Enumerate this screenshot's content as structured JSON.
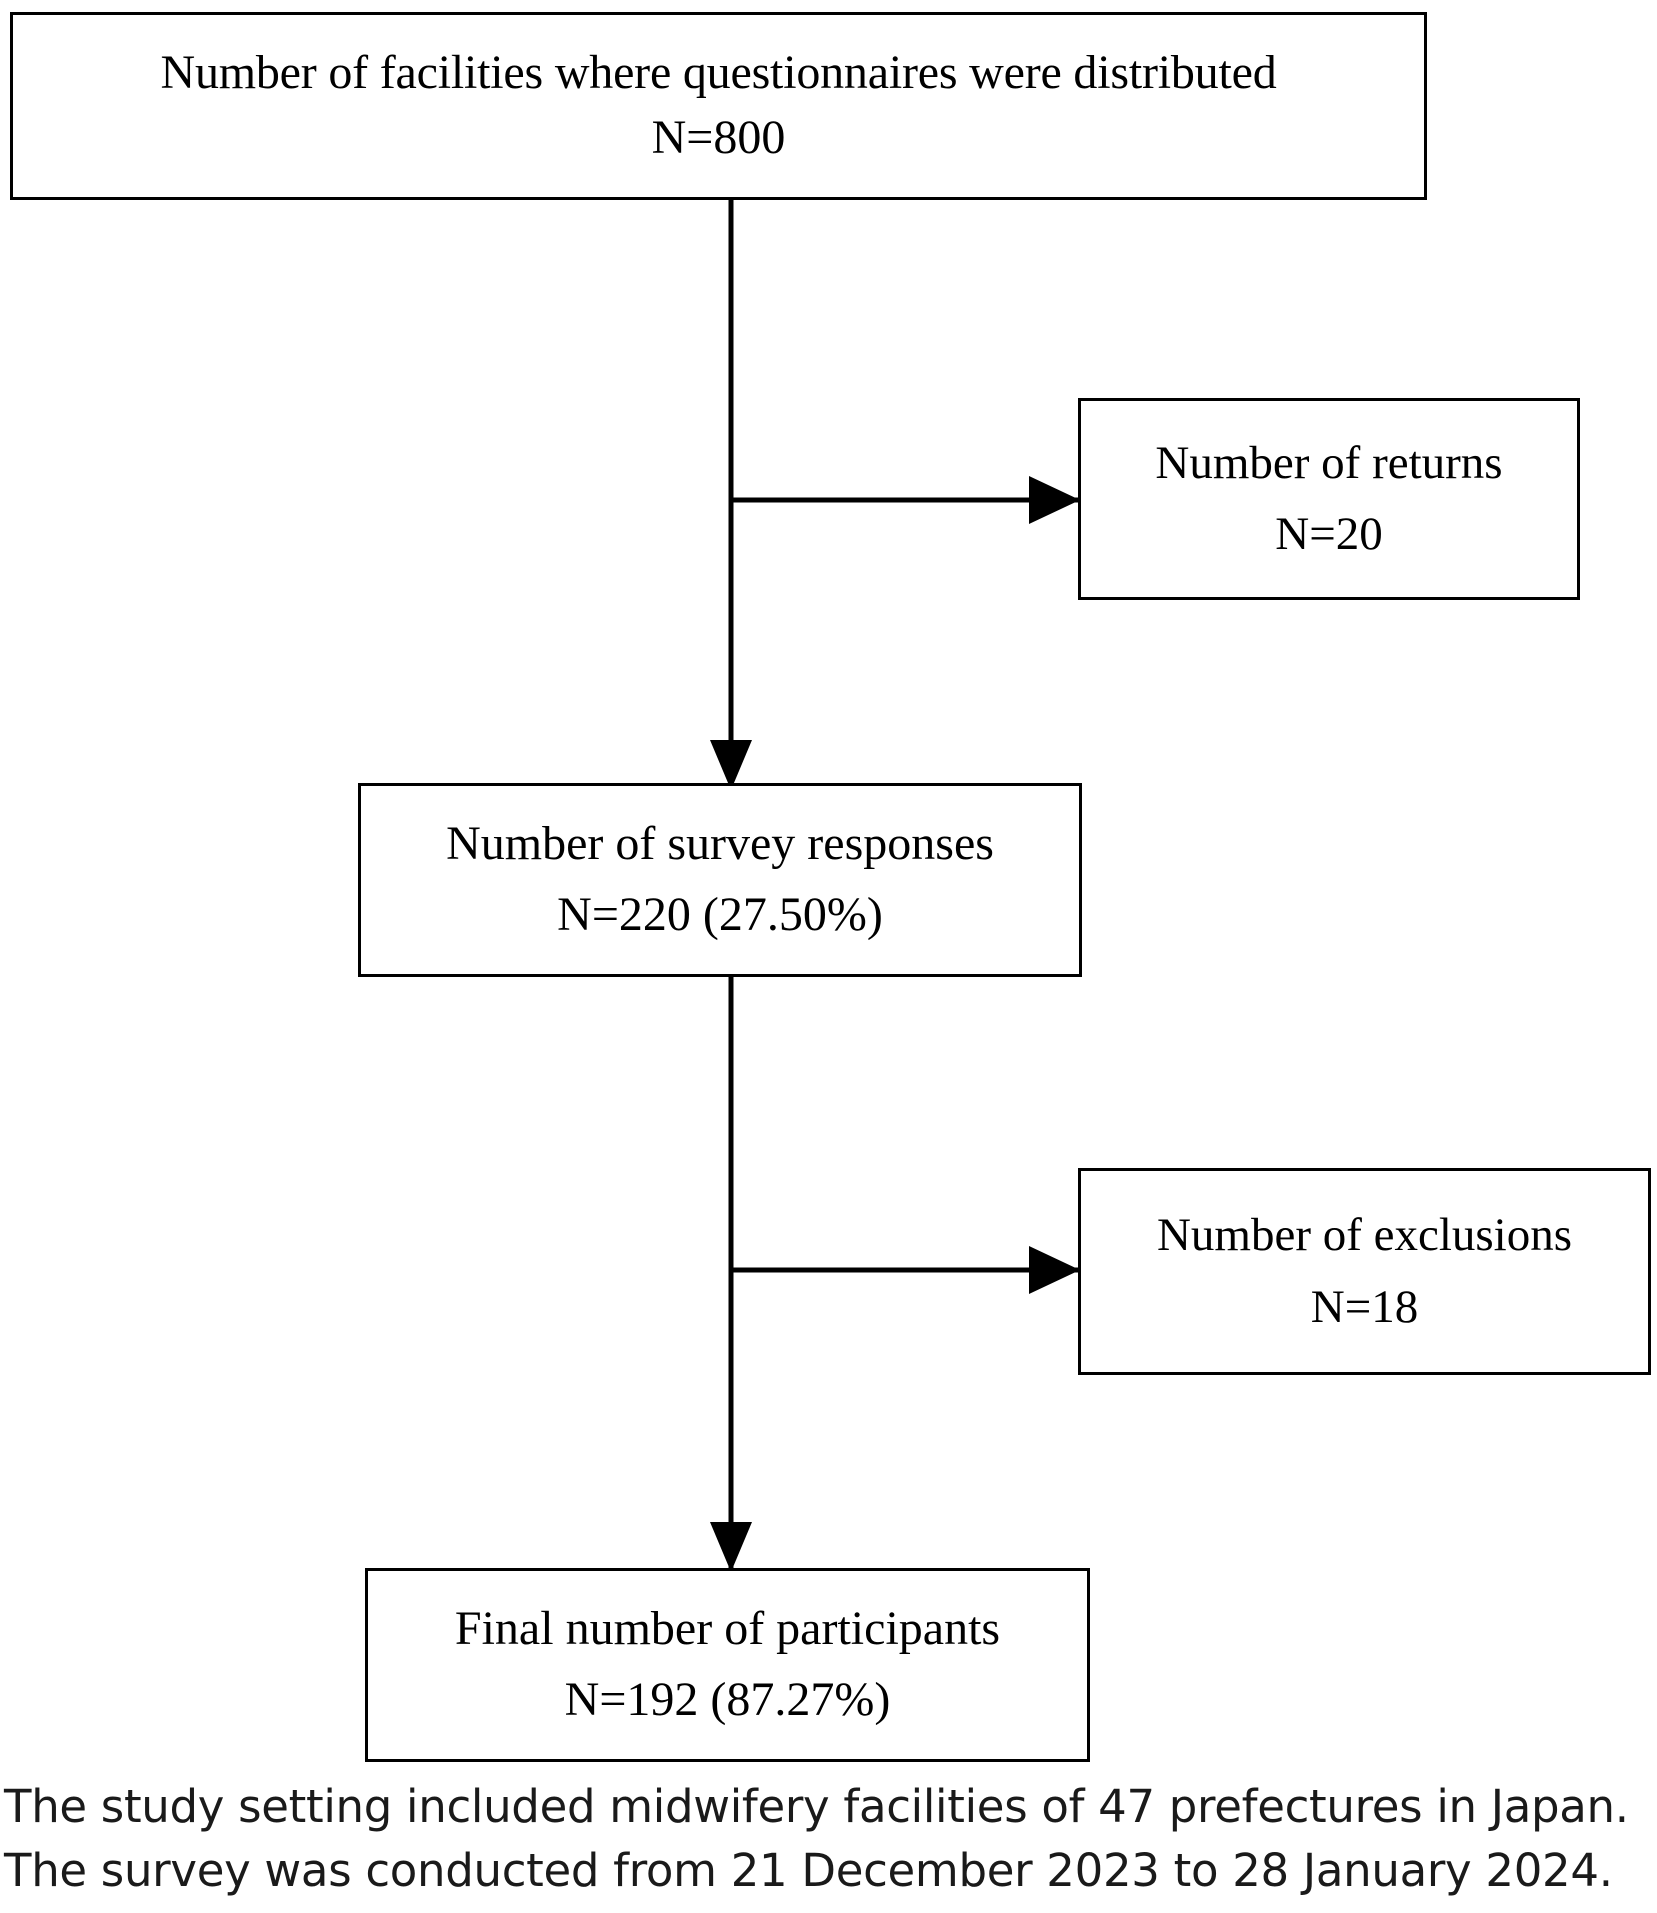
{
  "figure": {
    "type": "flowchart",
    "orientation": "vertical-with-side-branches",
    "caption": "The study setting included midwifery facilities of 47 prefectures in Japan. The survey was conducted from 21 December 2023 to 28 January 2024."
  },
  "nodes": {
    "distributed": {
      "id": "distributed",
      "label": "Number of facilities where questionnaires were distributed",
      "count_text": "N=800",
      "n": 800
    },
    "returns": {
      "id": "returns",
      "label": "Number of returns",
      "count_text": "N=20",
      "n": 20
    },
    "responses": {
      "id": "responses",
      "label": "Number of survey responses",
      "count_text": "N=220 (27.50%)",
      "n": 220,
      "percent": 27.5
    },
    "exclusions": {
      "id": "exclusions",
      "label": "Number of exclusions",
      "count_text": "N=18",
      "n": 18
    },
    "participants": {
      "id": "participants",
      "label": "Final number of participants",
      "count_text": "N=192 (87.27%)",
      "n": 192,
      "percent": 87.27
    }
  },
  "edges": [
    {
      "from": "distributed",
      "to": "returns",
      "kind": "branch-right"
    },
    {
      "from": "distributed",
      "to": "responses",
      "kind": "main-down"
    },
    {
      "from": "responses",
      "to": "exclusions",
      "kind": "branch-right"
    },
    {
      "from": "responses",
      "to": "participants",
      "kind": "main-down"
    }
  ],
  "colors": {
    "stroke": "#000000",
    "box_fill": "#ffffff",
    "text": "#000000",
    "caption_text": "#1a1a1a",
    "background": "#ffffff"
  }
}
